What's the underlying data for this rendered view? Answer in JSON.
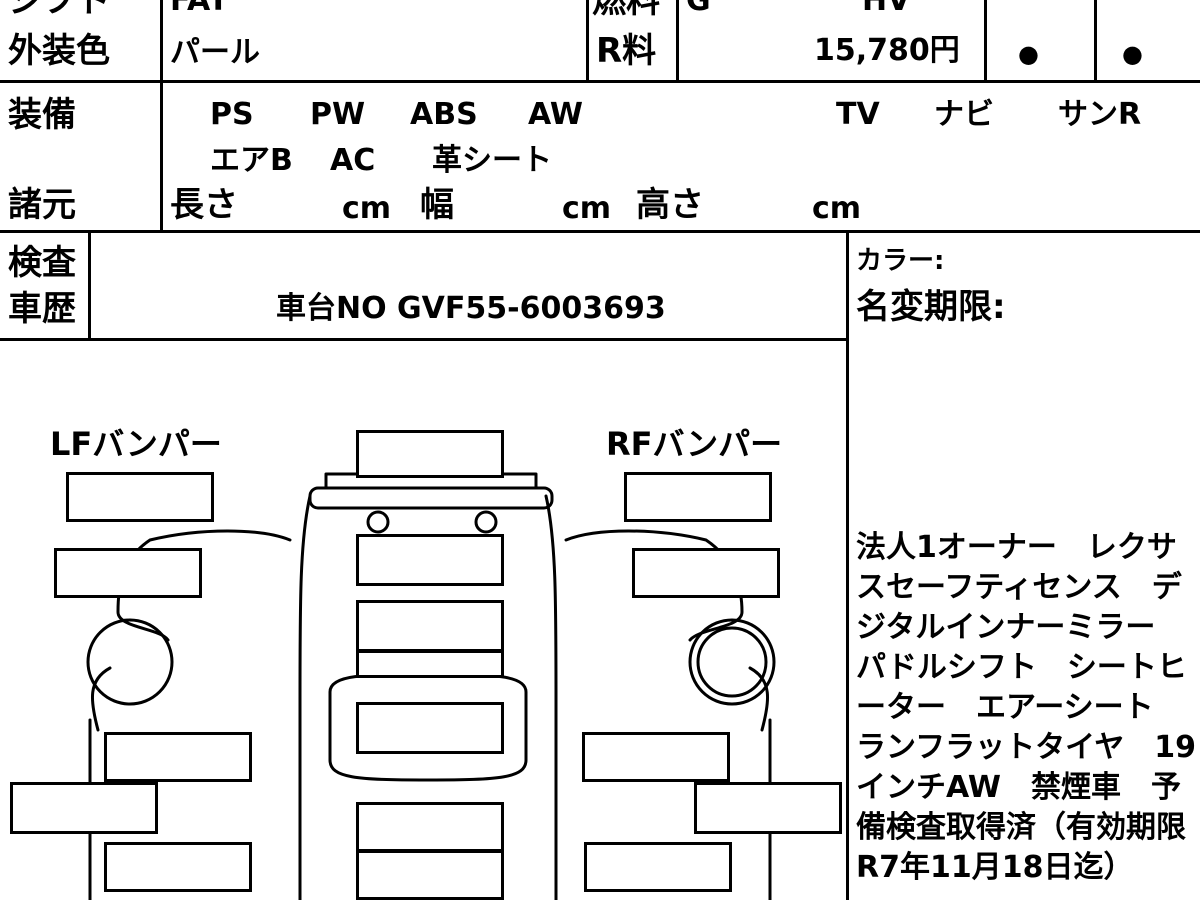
{
  "header": {
    "row1": {
      "label": "シフト",
      "value": "FAT",
      "fuel_label": "燃料",
      "fuel_value": "G",
      "drive": "HV"
    },
    "row2": {
      "label": "外装色",
      "value": "パール",
      "recycle_label": "R料",
      "recycle_value": "15,780円",
      "mark1": "●",
      "mark2": "●"
    }
  },
  "equipment": {
    "label": "装備",
    "items_row1": [
      "PS",
      "PW",
      "ABS",
      "AW",
      "TV",
      "ナビ",
      "サンR"
    ],
    "items_row2": [
      "エアB",
      "AC",
      "革シート"
    ]
  },
  "specs": {
    "label": "諸元",
    "length_label": "長さ",
    "width_label": "幅",
    "height_label": "高さ",
    "unit": "cm"
  },
  "inspection": {
    "label_top": "検査",
    "label_bottom": "車歴",
    "chassis_no": "車台NO GVF55-6003693"
  },
  "side": {
    "color_label": "カラー:",
    "name_change_label": "名変期限:",
    "notes": "法人1オーナー　レクサスセーフティセンス　デジタルインナーミラー　パドルシフト　シートヒーター　エアーシート　ランフラットタイヤ　19インチAW　禁煙車　予備検査取得済（有効期限R7年11月18日迄）"
  },
  "diagram": {
    "lf_label": "LFバンパー",
    "rf_label": "RFバンパー"
  }
}
